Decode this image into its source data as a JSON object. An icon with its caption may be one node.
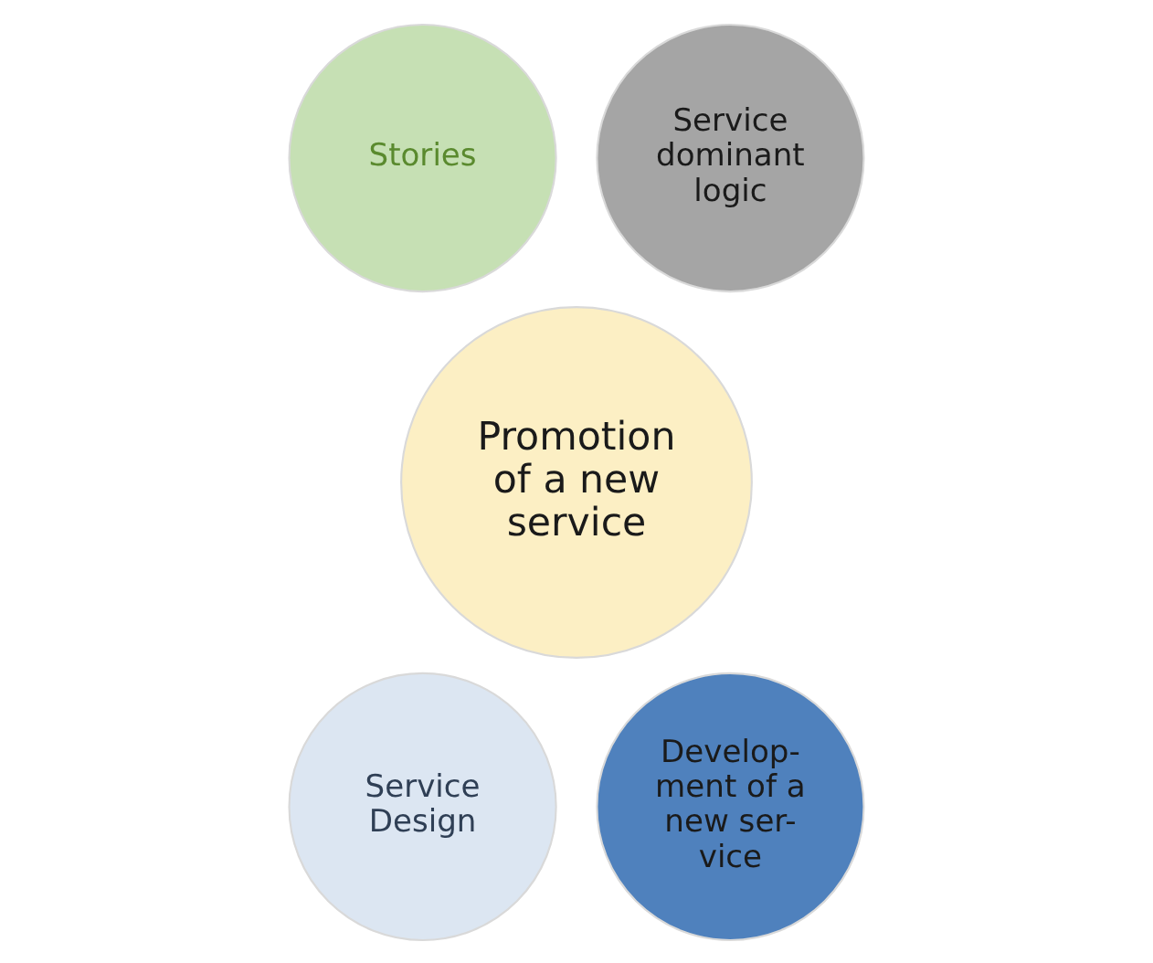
{
  "diagram": {
    "nodes": [
      {
        "text": [
          "Stories"
        ]
      },
      {
        "text": [
          "Service dominant logic"
        ]
      },
      {
        "text": [
          "Promotion of a new service"
        ]
      },
      {
        "text": [
          "Service Design"
        ]
      },
      {
        "text": [
          "Develop- ment of a new ser- vice"
        ]
      }
    ]
  }
}
